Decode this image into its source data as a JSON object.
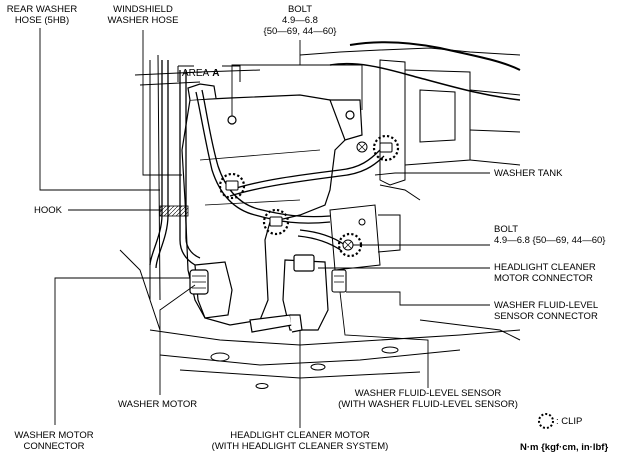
{
  "labels": {
    "rear_washer_hose": [
      "REAR WASHER",
      "HOSE (5HB)"
    ],
    "windshield_washer_hose": [
      "WINDSHIELD",
      "WASHER HOSE"
    ],
    "bolt_top": [
      "BOLT",
      "4.9—6.8",
      "{50—69, 44—60}"
    ],
    "area_a": "AREA A",
    "area_a_prefix": "AREA",
    "area_a_letter": "A",
    "washer_tank": "WASHER TANK",
    "hook": "HOOK",
    "bolt_right": [
      "BOLT",
      "4.9—6.8 {50—69, 44—60}"
    ],
    "headlight_cleaner_motor_connector": [
      "HEADLIGHT CLEANER",
      "MOTOR CONNECTOR"
    ],
    "washer_fluid_level_sensor_connector": [
      "WASHER FLUID-LEVEL",
      "SENSOR CONNECTOR"
    ],
    "washer_motor": "WASHER MOTOR",
    "washer_fluid_level_sensor": [
      "WASHER FLUID-LEVEL SENSOR",
      "(WITH WASHER FLUID-LEVEL SENSOR)"
    ],
    "washer_motor_connector": [
      "WASHER MOTOR",
      "CONNECTOR"
    ],
    "headlight_cleaner_motor": [
      "HEADLIGHT CLEANER MOTOR",
      "(WITH HEADLIGHT CLEANER SYSTEM)"
    ],
    "clip_legend": ": CLIP",
    "units": "N·m {kgf·cm, in·lbf}"
  }
}
